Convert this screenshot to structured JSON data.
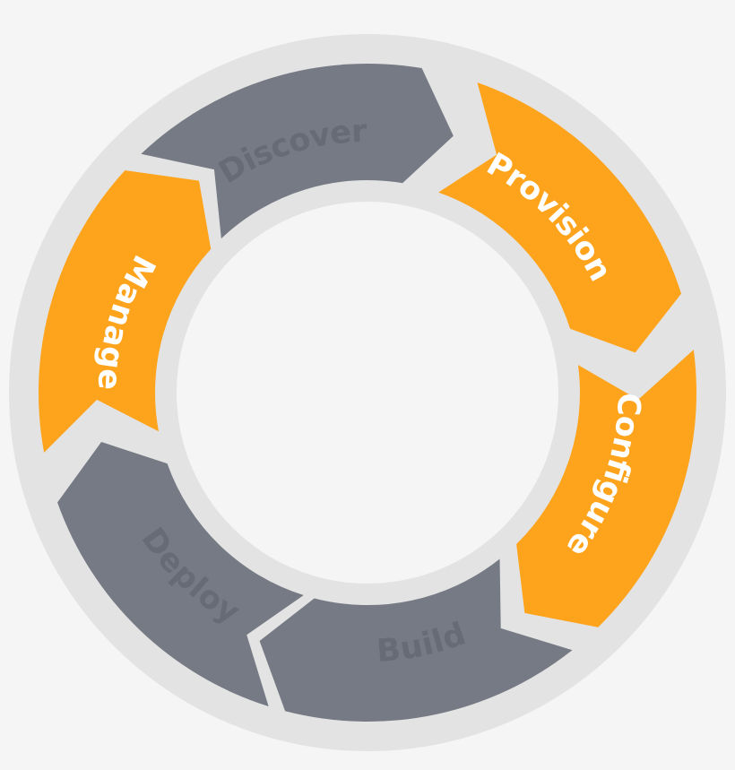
{
  "diagram": {
    "colors": {
      "background": "#f5f5f5",
      "outer_ring": "#e3e3e3",
      "inner_disc": "#f5f5f5",
      "active": "#fea41c",
      "inactive": "#767a84",
      "active_text": "#ffffff",
      "inactive_text": "#676b76"
    },
    "stages": [
      {
        "label": "Provision",
        "style": "active"
      },
      {
        "label": "Configure",
        "style": "active"
      },
      {
        "label": "Build",
        "style": "inactive"
      },
      {
        "label": "Deploy",
        "style": "inactive"
      },
      {
        "label": "Manage",
        "style": "active"
      },
      {
        "label": "Discover",
        "style": "inactive"
      }
    ]
  }
}
